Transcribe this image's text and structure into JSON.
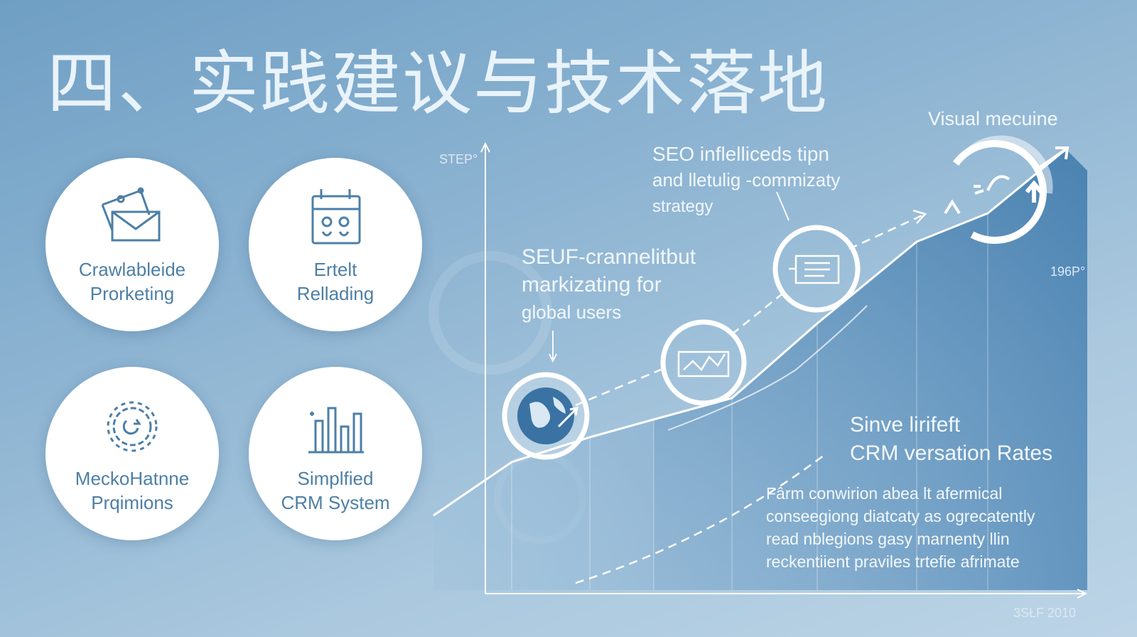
{
  "title": "四、实践建议与技术落地",
  "cards": [
    {
      "icon": "envelope-icon",
      "lines": [
        "Crawlableide",
        "Prorketing"
      ]
    },
    {
      "icon": "calendar-icon",
      "lines": [
        "Ertelt",
        "Rellading"
      ]
    },
    {
      "icon": "gear-icon",
      "lines": [
        "MeckoHatnne",
        "Prqimions"
      ]
    },
    {
      "icon": "bar-chart-icon",
      "lines": [
        "Simplfied",
        "CRM System"
      ]
    }
  ],
  "chart": {
    "y_label_top": "STEP°",
    "y_label_right": "196P°",
    "x_label_bottom": "3SŁF  2010",
    "visual_label": "Visual mecuine",
    "annotation_global": [
      "SEUF-crannelitbut",
      "markizating for",
      "global users"
    ],
    "annotation_seo": [
      "SEO inflelliceds tipn",
      "and lletulig -commizaty",
      "strategy"
    ],
    "crm_heading": [
      "Sinve lirifeft",
      "CRM versation Rates"
    ],
    "crm_body": [
      "Fârm conwirion abea lt afermical",
      "conseegiong diatcaty as ogrecatently",
      "read nblegions gasy marnenty llin",
      "reckentiient praviles trtefie afrimate"
    ],
    "milestone_icons": [
      "globe-icon",
      "line-chart-icon",
      "document-icon",
      "refresh-arrow-icon"
    ]
  },
  "colors": {
    "accent": "#4d7fa6",
    "title": "#e9f3fa",
    "background": "#8db4d2"
  }
}
